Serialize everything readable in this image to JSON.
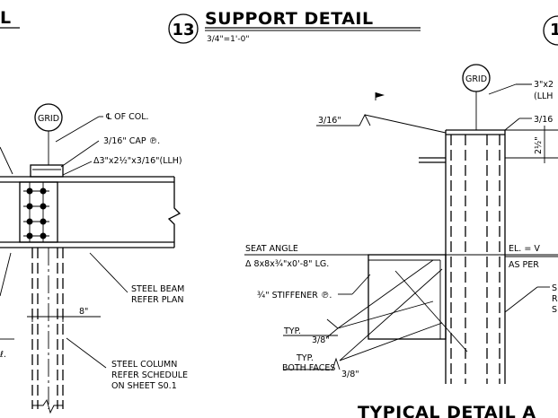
{
  "title": {
    "number": "13",
    "text": "SUPPORT DETAIL",
    "scale": "3/4\"=1'-0\"",
    "bottom_text": "TYPICAL DETAIL A"
  },
  "grid_label": "GRID",
  "left_detail": {
    "col_centerline": "℄ OF COL.",
    "cap_plate": "3/16\" CAP ℗.",
    "angle": "Δ3\"x2½\"x3/16\"(LLH)",
    "beam_line1": "STEEL BEAM",
    "beam_line2": "REFER PLAN",
    "dim": "8\"",
    "col_line1": "STEEL COLUMN",
    "col_line2": "REFER SCHEDULE",
    "col_line3": "ON SHEET S0.1",
    "edge_mark": "ℓ."
  },
  "right_detail": {
    "weld_top": "3/16\"",
    "angle_top_line1": "3\"x2",
    "angle_top_line2": "(LLH",
    "weld_top2": "3/16",
    "dim_vert": "2½\"",
    "seat_line1": "SEAT ANGLE",
    "seat_line2": "Δ 8x8x¾\"x0'-8\" LG.",
    "stiffener": "¾\" STIFFENER ℗.",
    "typ1": "TYP.",
    "weld_38a": "3/8\"",
    "typ2": "TYP.",
    "both_faces": "BOTH FACES",
    "weld_38b": "3/8\"",
    "elev_line1": "EL. = V",
    "elev_line2": "AS PER",
    "side_s1": "S",
    "side_r": "R",
    "side_s2": "S"
  }
}
